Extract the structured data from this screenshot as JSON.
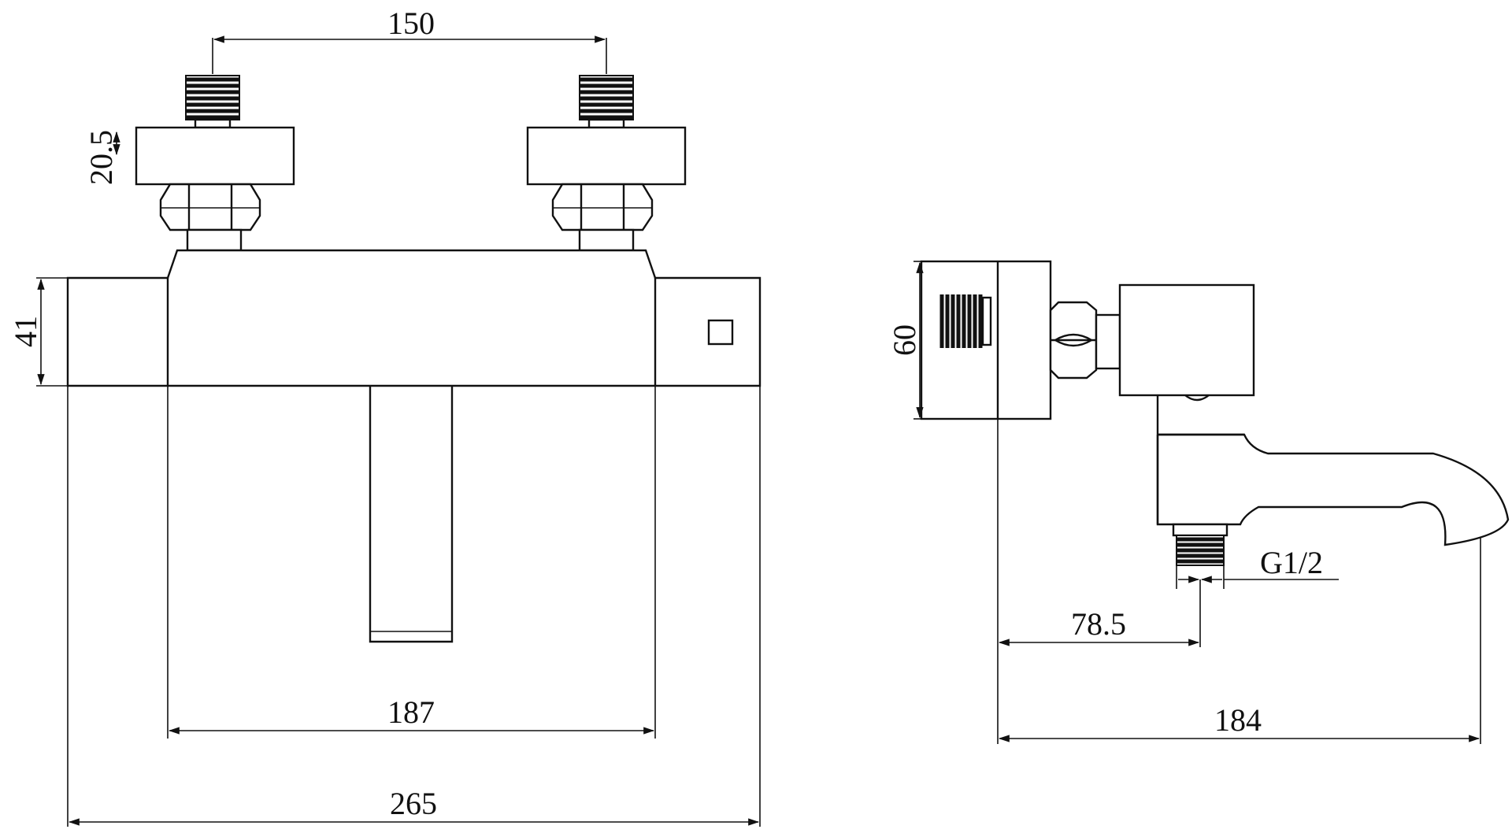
{
  "diagram": {
    "front_view": {
      "dim_inlet_spacing": "150",
      "dim_nut_height": "20.5",
      "dim_body_height": "41",
      "dim_inner_width": "187",
      "dim_overall_width": "265"
    },
    "side_view": {
      "dim_depth": "60",
      "dim_thread": "G1/2",
      "dim_outlet_offset": "78.5",
      "dim_overall_projection": "184"
    }
  }
}
